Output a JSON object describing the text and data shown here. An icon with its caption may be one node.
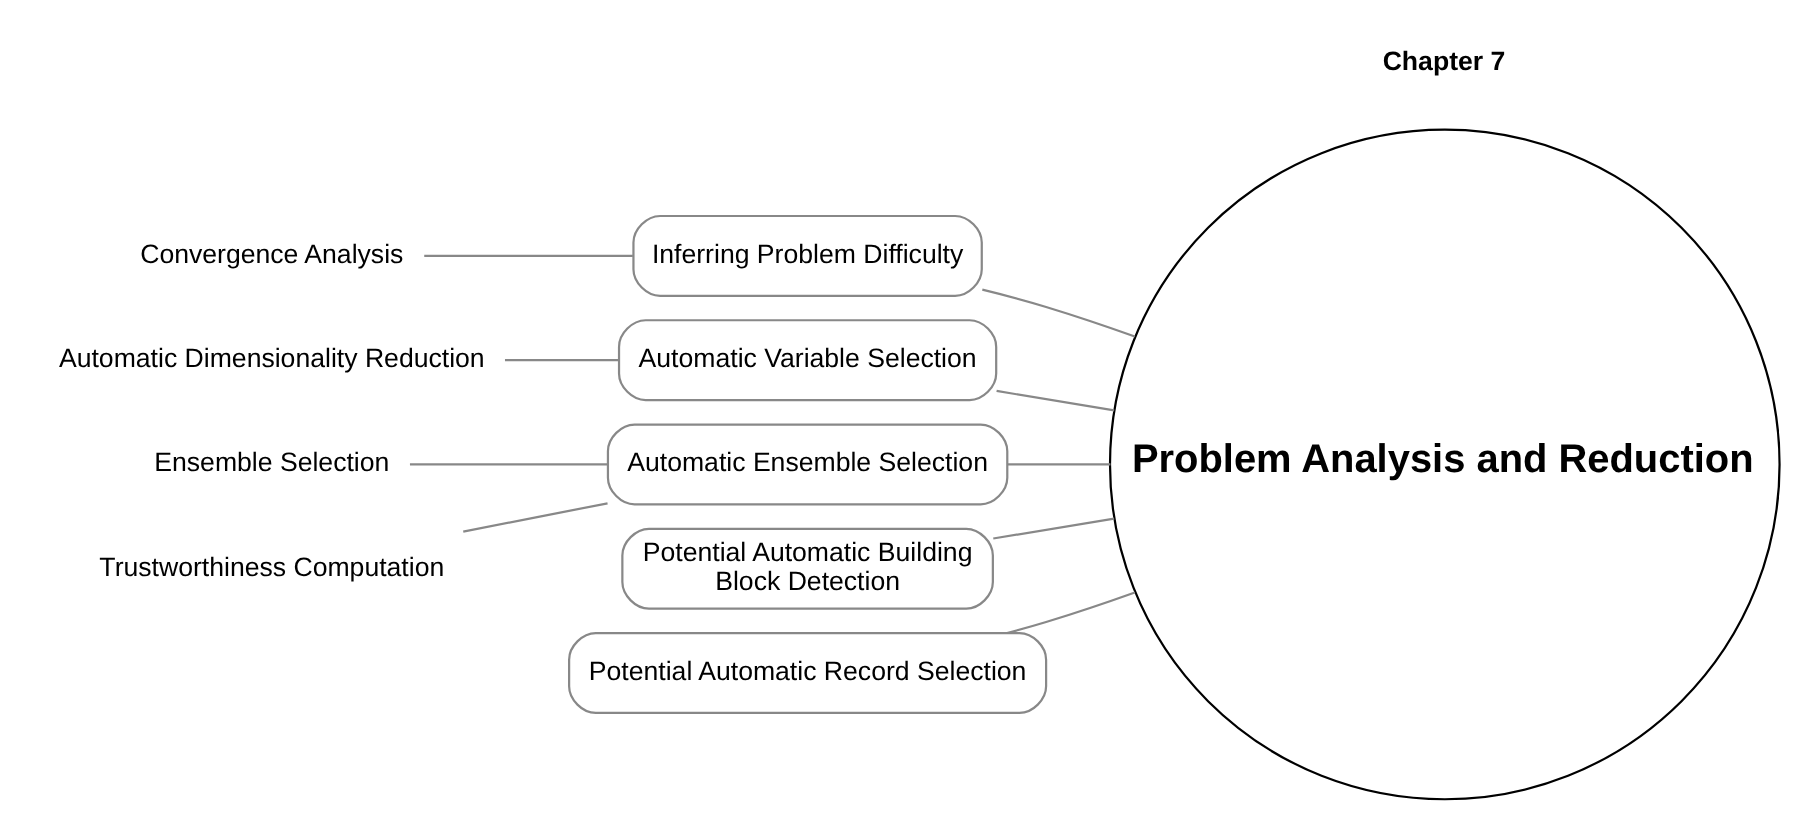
{
  "diagram": {
    "nodes": [
      {
        "text": [
          "Problem Analysis and Reduction"
        ]
      },
      {
        "text": [
          "Inferring Problem Difficulty"
        ]
      },
      {
        "text": [
          "Automatic Variable Selection"
        ]
      },
      {
        "text": [
          "Automatic Ensemble Selection"
        ]
      },
      {
        "text": [
          "Potential Automatic Building Block Detection"
        ]
      },
      {
        "text": [
          "Potential Automatic Record Selection"
        ]
      },
      {
        "text": [
          "Convergence Analysis"
        ]
      },
      {
        "text": [
          "Automatic Dimensionality Reduction"
        ]
      },
      {
        "text": [
          "Ensemble Selection"
        ]
      },
      {
        "text": [
          "Trustworthiness Computation"
        ]
      }
    ],
    "edges": [
      {
        "from": 0,
        "to": 1,
        "arrow": "none"
      },
      {
        "from": 0,
        "to": 2,
        "arrow": "none"
      },
      {
        "from": 0,
        "to": 3,
        "arrow": "none"
      },
      {
        "from": 0,
        "to": 4,
        "arrow": "none"
      },
      {
        "from": 0,
        "to": 5,
        "arrow": "none"
      },
      {
        "from": 1,
        "to": 6,
        "arrow": "none"
      },
      {
        "from": 2,
        "to": 7,
        "arrow": "none"
      },
      {
        "from": 3,
        "to": 8,
        "arrow": "none"
      },
      {
        "from": 3,
        "to": 9,
        "arrow": "none"
      }
    ],
    "labels": [
      "Chapter 7"
    ]
  }
}
